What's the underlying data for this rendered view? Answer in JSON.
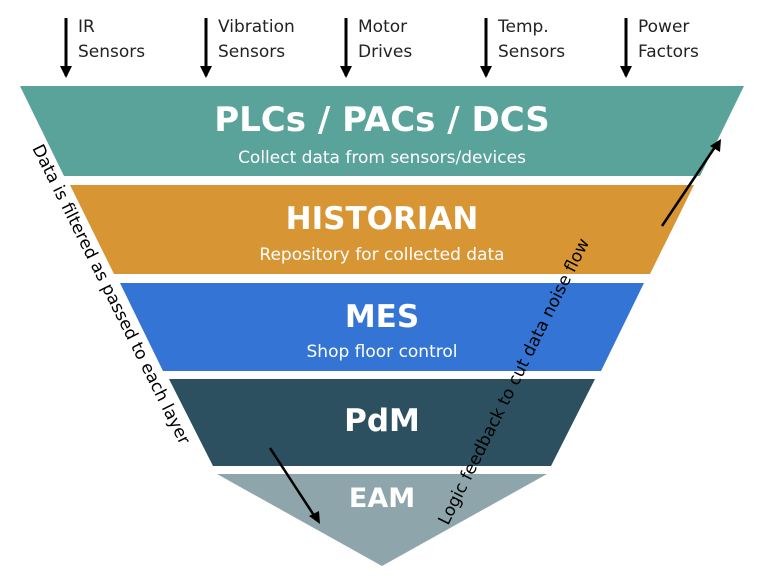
{
  "inputs": [
    {
      "line1": "IR",
      "line2": "Sensors"
    },
    {
      "line1": "Vibration",
      "line2": "Sensors"
    },
    {
      "line1": "Motor",
      "line2": "Drives"
    },
    {
      "line1": "Temp.",
      "line2": "Sensors"
    },
    {
      "line1": "Power",
      "line2": "Factors"
    }
  ],
  "layers": [
    {
      "title": "PLCs / PACs / DCS",
      "subtitle": "Collect data from sensors/devices",
      "color": "#5aa39b"
    },
    {
      "title": "HISTORIAN",
      "subtitle": "Repository for collected data",
      "color": "#d89534"
    },
    {
      "title": "MES",
      "subtitle": "Shop floor control",
      "color": "#3374d4"
    },
    {
      "title": "PdM",
      "subtitle": "",
      "color": "#2c5060"
    },
    {
      "title": "EAM",
      "subtitle": "",
      "color": "#8ea6ab"
    }
  ],
  "left_note": "Data is filtered as passed to each layer",
  "right_note": "Logic feedback to cut data noise flow",
  "colors": {
    "arrow": "#000000",
    "text_on_layer": "#ffffff"
  }
}
